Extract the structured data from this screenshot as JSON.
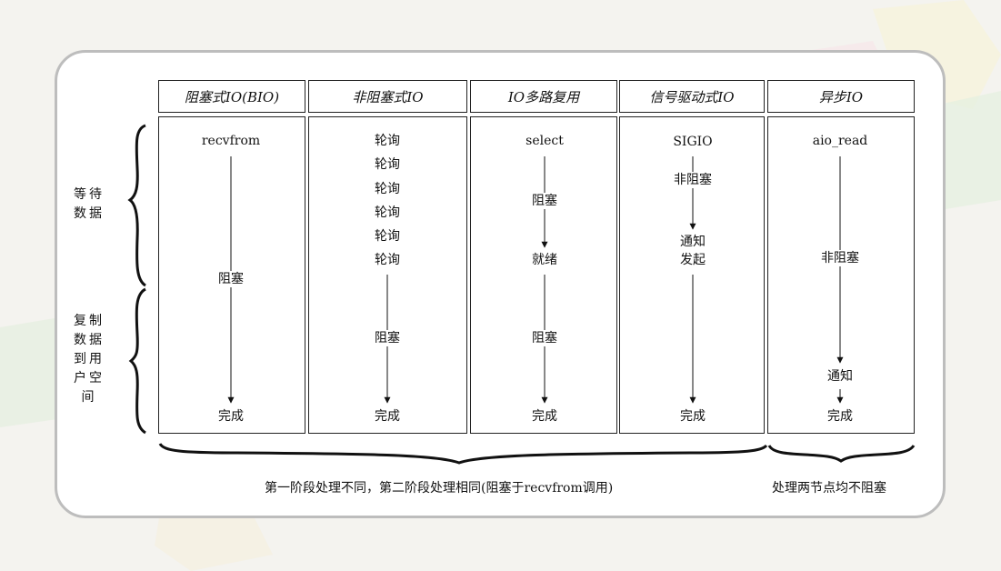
{
  "headers": [
    "阻塞式IO(BIO)",
    "非阻塞式IO",
    "IO多路复用",
    "信号驱动式IO",
    "异步IO"
  ],
  "side_labels": {
    "wait": [
      "等待",
      "数据"
    ],
    "copy": [
      "复制",
      "数据",
      "到用",
      "户空",
      "间"
    ]
  },
  "columns": {
    "bio": {
      "call": "recvfrom",
      "state": "阻塞",
      "done": "完成"
    },
    "nio": {
      "polls": [
        "轮询",
        "轮询",
        "轮询",
        "轮询",
        "轮询",
        "轮询"
      ],
      "state": "阻塞",
      "done": "完成"
    },
    "mux": {
      "call": "select",
      "block1": "阻塞",
      "ready": "就绪",
      "block2": "阻塞",
      "done": "完成"
    },
    "sig": {
      "call": "SIGIO",
      "nonblock": "非阻塞",
      "notify": [
        "通知",
        "发起"
      ],
      "done": "完成"
    },
    "aio": {
      "call": "aio_read",
      "nonblock": "非阻塞",
      "notify": "通知",
      "done": "完成"
    }
  },
  "footer": {
    "left": "第一阶段处理不同，第二阶段处理相同(阻塞于recvfrom调用)",
    "right": "处理两节点均不阻塞"
  }
}
